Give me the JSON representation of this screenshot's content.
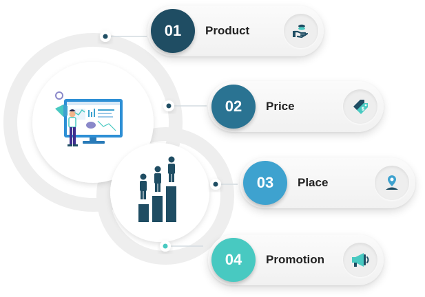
{
  "items": [
    {
      "number": "01",
      "label": "Product",
      "icon": "hand-coins-icon",
      "color": "#1f4d63"
    },
    {
      "number": "02",
      "label": "Price",
      "icon": "price-tag-icon",
      "color": "#2a7392"
    },
    {
      "number": "03",
      "label": "Place",
      "icon": "location-person-icon",
      "color": "#3ea2cf"
    },
    {
      "number": "04",
      "label": "Promotion",
      "icon": "megaphone-icon",
      "color": "#48c9c1"
    }
  ],
  "colors": {
    "ring": "#ececec",
    "connector": "#cfd7dc",
    "dot": "#1f4d63",
    "icon_dark": "#1f4d63",
    "icon_teal": "#48c9c1",
    "icon_blue": "#3ea2cf"
  }
}
